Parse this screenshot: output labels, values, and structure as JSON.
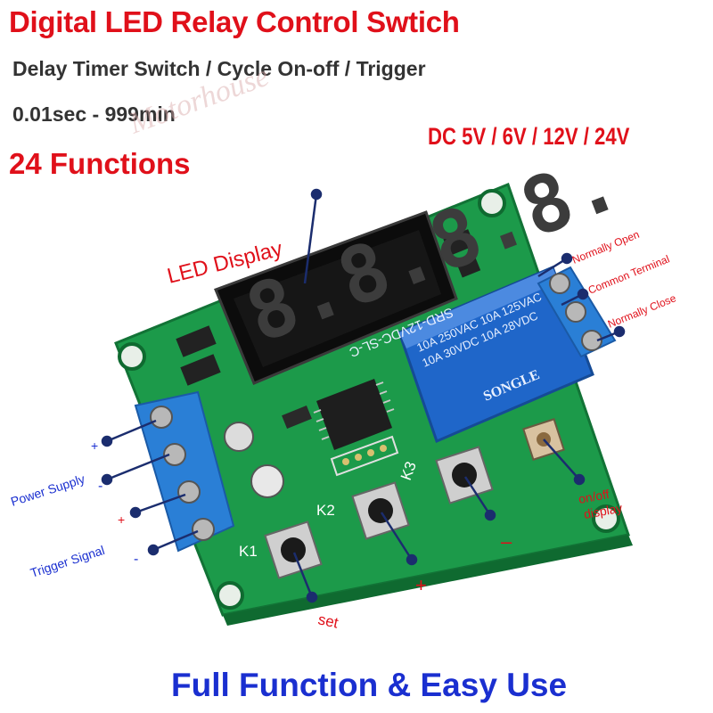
{
  "header": {
    "title": "Digital LED Relay Control Swtich",
    "subtitle": "Delay Timer Switch / Cycle On-off / Trigger",
    "range": "0.01sec - 999min",
    "functions": "24 Functions",
    "voltages": "DC 5V / 6V / 12V / 24V"
  },
  "watermark": "Motorhouse",
  "display": {
    "label": "LED Display",
    "digits": "8.8.8.8."
  },
  "relay": {
    "terminals": [
      "Normally Open",
      "Common Terminal",
      "Normally Close"
    ],
    "brand": "SONGLE",
    "model": "SRD-12VDC-SL-C",
    "ratings": [
      "10A 250VAC  10A 125VAC",
      "10A 30VDC  10A 28VDC"
    ]
  },
  "left_terminals": {
    "power_supply": {
      "label": "Power Supply",
      "plus": "+",
      "minus": "-"
    },
    "trigger_signal": {
      "label": "Trigger Signal",
      "plus": "+",
      "minus": "-"
    }
  },
  "buttons": [
    {
      "silk": "K1",
      "label": "set"
    },
    {
      "silk": "K2",
      "label": "+"
    },
    {
      "silk": "K3",
      "label": "–"
    }
  ],
  "onoff": {
    "label_line1": "on/off",
    "label_line2": "display"
  },
  "footer": "Full Function & Easy Use",
  "colors": {
    "title_red": "#e0101a",
    "subtitle_gray": "#333333",
    "footer_blue": "#1a2fd0",
    "pcb_green": "#1c9a4a",
    "relay_blue": "#1f66c9",
    "terminal_blue": "#2a7fd6",
    "callout_navy": "#1b2d6e"
  }
}
